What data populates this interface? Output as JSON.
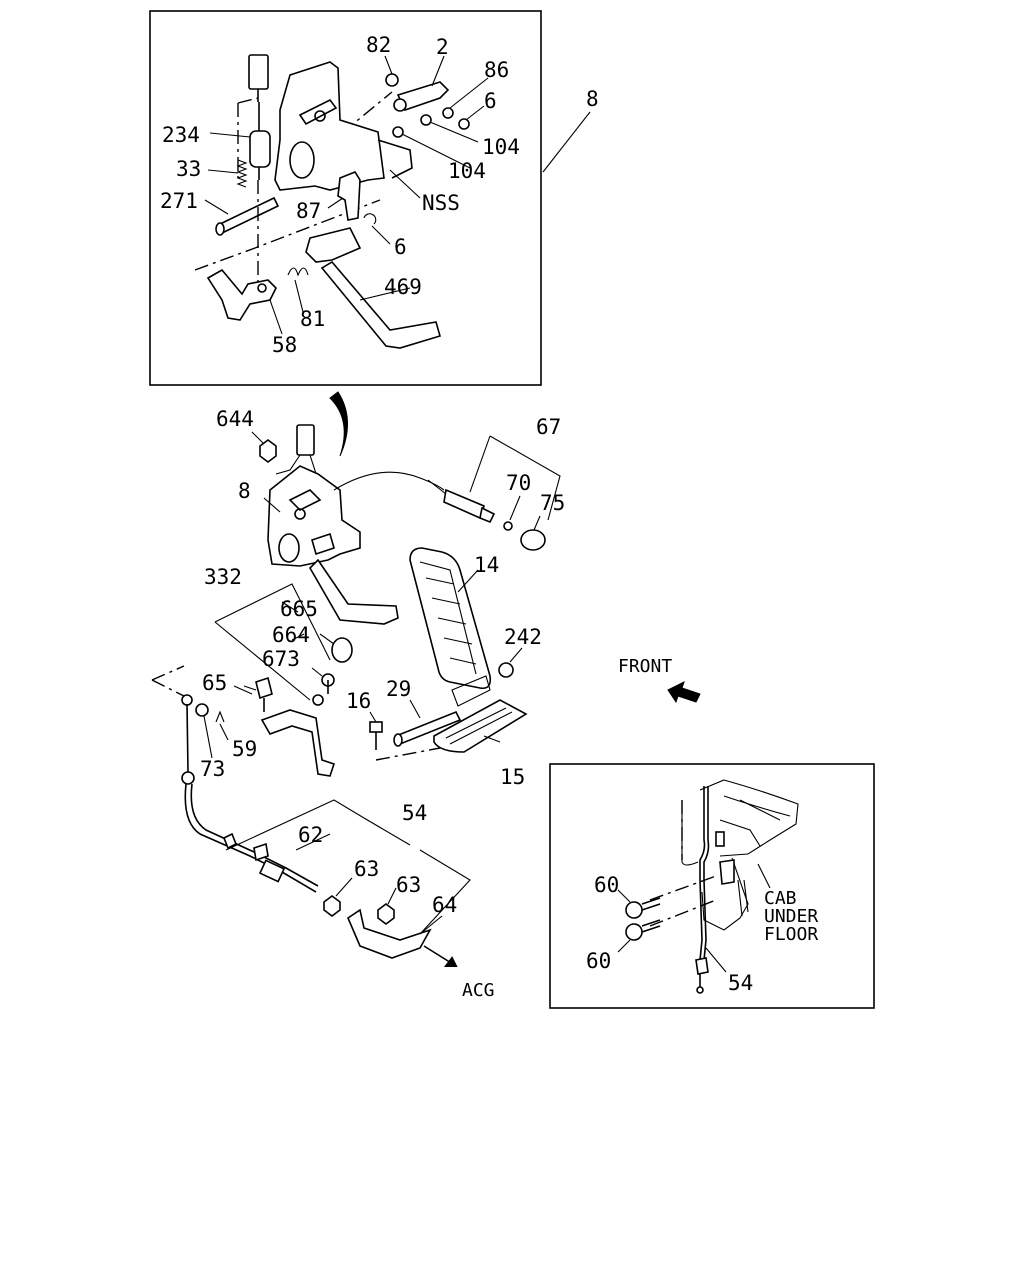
{
  "labels": {
    "top_box": [
      "82",
      "2",
      "86",
      "6",
      "104",
      "104",
      "NSS",
      "234",
      "33",
      "271",
      "87",
      "6",
      "469",
      "81",
      "58"
    ],
    "assembly_callout": "8",
    "main": [
      "644",
      "8",
      "67",
      "70",
      "75",
      "14",
      "332",
      "665",
      "664",
      "673",
      "242",
      "65",
      "59",
      "73",
      "29",
      "16",
      "15",
      "62",
      "54",
      "63",
      "63",
      "64"
    ],
    "direction": "FRONT",
    "destination": "ACG",
    "inset": [
      "60",
      "60",
      "54"
    ],
    "inset_note": [
      "CAB",
      "UNDER",
      "FLOOR"
    ]
  }
}
